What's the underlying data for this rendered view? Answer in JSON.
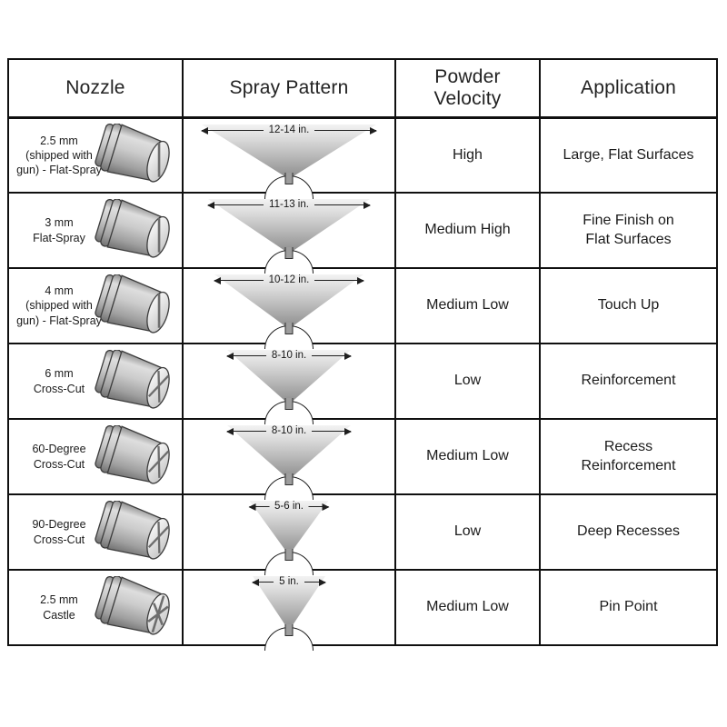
{
  "table": {
    "headers": [
      "Nozzle",
      "Spray Pattern",
      "Powder\nVelocity",
      "Application"
    ],
    "rows": [
      {
        "nozzle": {
          "label": "2.5 mm\n(shipped with\ngun) - Flat-Spray",
          "icon": "flat-spray"
        },
        "spray": {
          "width_label": "12-14 in.",
          "width_in": 13
        },
        "velocity": "High",
        "application": "Large, Flat Surfaces"
      },
      {
        "nozzle": {
          "label": "3 mm\nFlat-Spray",
          "icon": "flat-spray"
        },
        "spray": {
          "width_label": "11-13 in.",
          "width_in": 12
        },
        "velocity": "Medium High",
        "application": "Fine Finish on\nFlat Surfaces"
      },
      {
        "nozzle": {
          "label": "4 mm\n(shipped with\ngun) - Flat-Spray",
          "icon": "flat-spray"
        },
        "spray": {
          "width_label": "10-12 in.",
          "width_in": 11
        },
        "velocity": "Medium Low",
        "application": "Touch Up"
      },
      {
        "nozzle": {
          "label": "6 mm\nCross-Cut",
          "icon": "cross-cut"
        },
        "spray": {
          "width_label": "8-10 in.",
          "width_in": 9
        },
        "velocity": "Low",
        "application": "Reinforcement"
      },
      {
        "nozzle": {
          "label": "60-Degree\nCross-Cut",
          "icon": "cross-cut"
        },
        "spray": {
          "width_label": "8-10 in.",
          "width_in": 9
        },
        "velocity": "Medium Low",
        "application": "Recess\nReinforcement"
      },
      {
        "nozzle": {
          "label": "90-Degree\nCross-Cut",
          "icon": "cross-cut"
        },
        "spray": {
          "width_label": "5-6 in.",
          "width_in": 5.5
        },
        "velocity": "Low",
        "application": "Deep Recesses"
      },
      {
        "nozzle": {
          "label": "2.5 mm\nCastle",
          "icon": "castle"
        },
        "spray": {
          "width_label": "5 in.",
          "width_in": 5
        },
        "velocity": "Medium Low",
        "application": "Pin Point"
      }
    ]
  },
  "colors": {
    "border": "#101010",
    "text": "#1b1b1b",
    "cone_top": "#f3f3f3",
    "cone_bottom": "#8a8a8a",
    "metal": "#bdbdbd"
  }
}
